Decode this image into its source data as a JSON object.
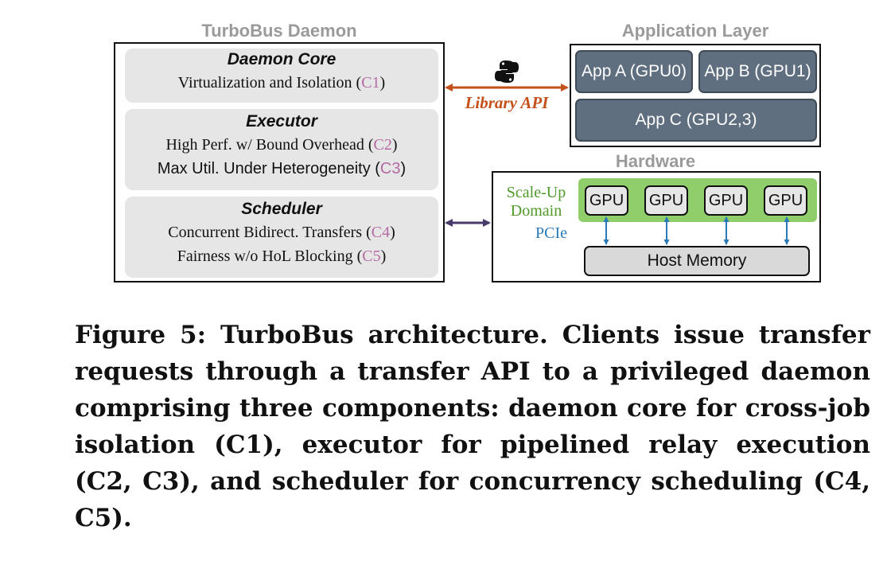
{
  "daemon": {
    "title": "TurboBus Daemon",
    "components": [
      {
        "name": "Daemon Core",
        "lines": [
          {
            "text": "Virtualization and Isolation (",
            "ref": "C1",
            "tail": ")"
          }
        ]
      },
      {
        "name": "Executor",
        "lines": [
          {
            "text": "High Perf. w/ Bound Overhead (",
            "ref": "C2",
            "tail": ")"
          },
          {
            "text": "Max Util. Under Heterogeneity (",
            "ref": "C3",
            "tail": ")"
          }
        ]
      },
      {
        "name": "Scheduler",
        "lines": [
          {
            "text": "Concurrent Bidirect. Transfers (",
            "ref": "C4",
            "tail": ")"
          },
          {
            "text": "Fairness w/o HoL Blocking (",
            "ref": "C5",
            "tail": ")"
          }
        ]
      }
    ]
  },
  "link": {
    "api_label": "Library API",
    "api_icon": "python-logo-icon"
  },
  "application": {
    "title": "Application Layer",
    "apps": [
      "App A (GPU0)",
      "App B (GPU1)",
      "App C (GPU2,3)"
    ]
  },
  "hardware": {
    "title": "Hardware",
    "scaleup_label_1": "Scale-Up",
    "scaleup_label_2": "Domain",
    "pcie_label": "PCIe",
    "gpus": [
      "GPU",
      "GPU",
      "GPU",
      "GPU"
    ],
    "host_memory": "Host Memory"
  },
  "colors": {
    "api_arrow": "#c4501a",
    "scheduler_arrow": "#4a3a6b",
    "pcie": "#2a7ab8",
    "scaleup": "#8fce6a",
    "scaleup_text": "#4f9a2a",
    "component_ref": "#b56aa3",
    "app_fill": "#5f6f80"
  },
  "caption": "Figure 5: TurboBus architecture. Clients issue transfer requests through a transfer API to a privileged daemon comprising three components: daemon core for cross-job isolation (C1), executor for pipelined relay execution (C2, C3), and scheduler for concurrency scheduling (C4, C5)."
}
